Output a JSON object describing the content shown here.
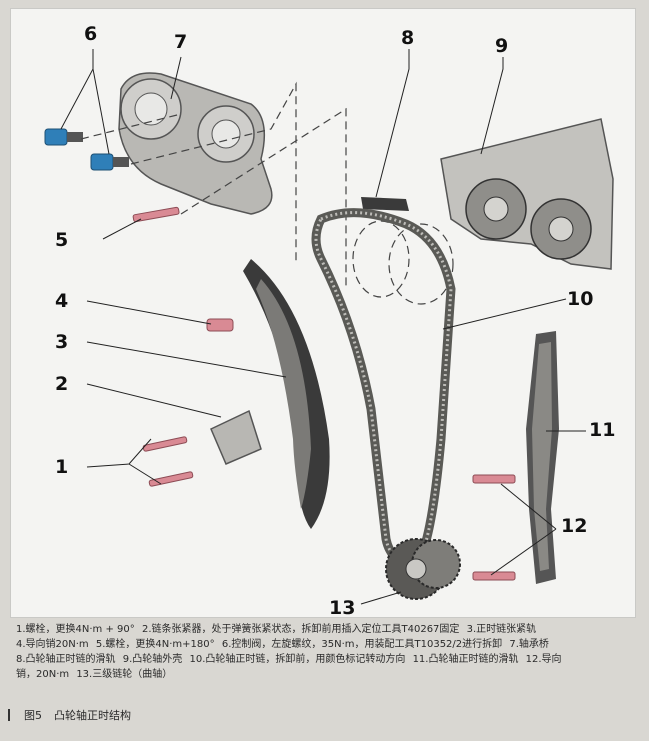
{
  "callouts": {
    "c1": "1",
    "c2": "2",
    "c3": "3",
    "c4": "4",
    "c5": "5",
    "c6": "6",
    "c7": "7",
    "c8": "8",
    "c9": "9",
    "c10": "10",
    "c11": "11",
    "c12": "12",
    "c13": "13"
  },
  "legend": {
    "line1_a": "1.螺栓，更换4N·m + 90°",
    "line1_b": "2.链条张紧器，处于弹簧张紧状态，拆卸前用插入定位工具T40267固定",
    "line1_c": "3.正时链张紧轨",
    "line2_a": "4.导向销20N·m",
    "line2_b": "5.螺栓，更换4N·m+180°",
    "line2_c": "6.控制阀，左旋螺纹，35N·m，用装配工具T10352/2进行拆卸",
    "line2_d": "7.轴承桥",
    "line3_a": "8.凸轮轴正时链的滑轨",
    "line3_b": "9.凸轮轴外壳",
    "line3_c": "10.凸轮轴正时链，拆卸前，用颜色标记转动方向",
    "line3_d": "11.凸轮轴正时链的滑轨",
    "line3_e": "12.导向",
    "line4_a": "销，20N·m",
    "line4_b": "13.三级链轮（曲轴）"
  },
  "caption": {
    "fig_no": "图5",
    "title": "凸轮轴正时结构"
  },
  "colors": {
    "bolt_pink": "#d98a94",
    "valve_blue": "#2f7fb8",
    "metal_grey": "#9a9a96",
    "rail_dark": "#3a3a3a"
  }
}
